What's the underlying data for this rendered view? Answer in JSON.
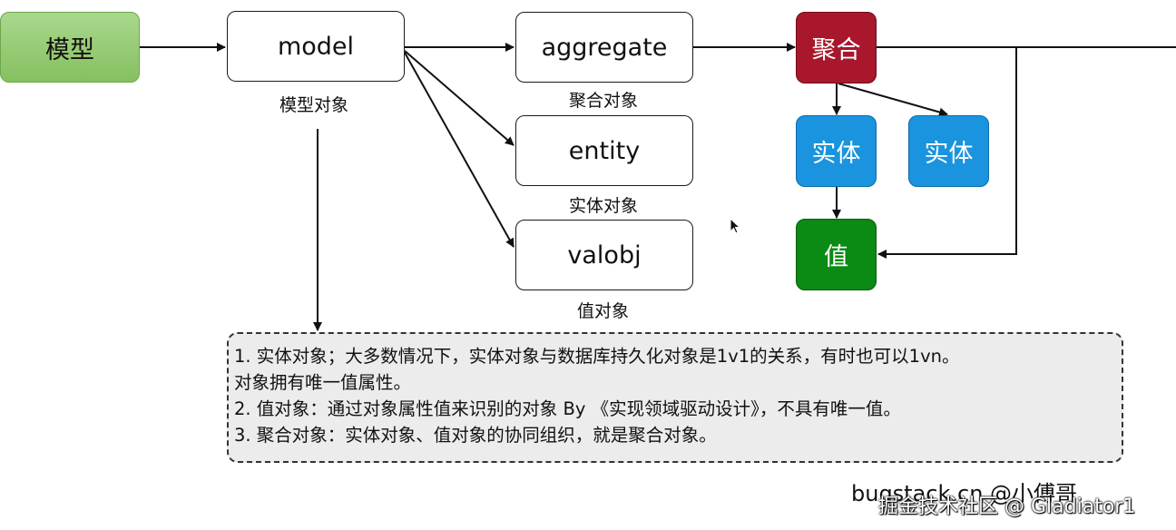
{
  "nodes": {
    "model_source": "模型",
    "model": "model",
    "aggregate": "aggregate",
    "entity": "entity",
    "valobj": "valobj",
    "aggregate_cn": "聚合",
    "entity_cn_1": "实体",
    "entity_cn_2": "实体",
    "value_cn": "值"
  },
  "captions": {
    "model": "模型对象",
    "aggregate": "聚合对象",
    "entity": "实体对象",
    "valobj": "值对象"
  },
  "note": {
    "line1": "1. 实体对象；大多数情况下，实体对象与数据库持久化对象是1v1的关系，有时也可以1vn。",
    "line2": "对象拥有唯一值属性。",
    "line3": "2. 值对象：通过对象属性值来识别的对象 By 《实现领域驱动设计》，不具有唯一值。",
    "line4": "3. 聚合对象：实体对象、值对象的协同组织，就是聚合对象。"
  },
  "watermark": {
    "author": "bugstack.cn @小傅哥",
    "site": "掘金技术社区 @ Gladiator1"
  },
  "colors": {
    "model_source": "#8cc66a",
    "aggregate_cn": "#a8172c",
    "entity_cn": "#1a94de",
    "value_cn": "#0b8a14",
    "note_background": "#ececec"
  }
}
